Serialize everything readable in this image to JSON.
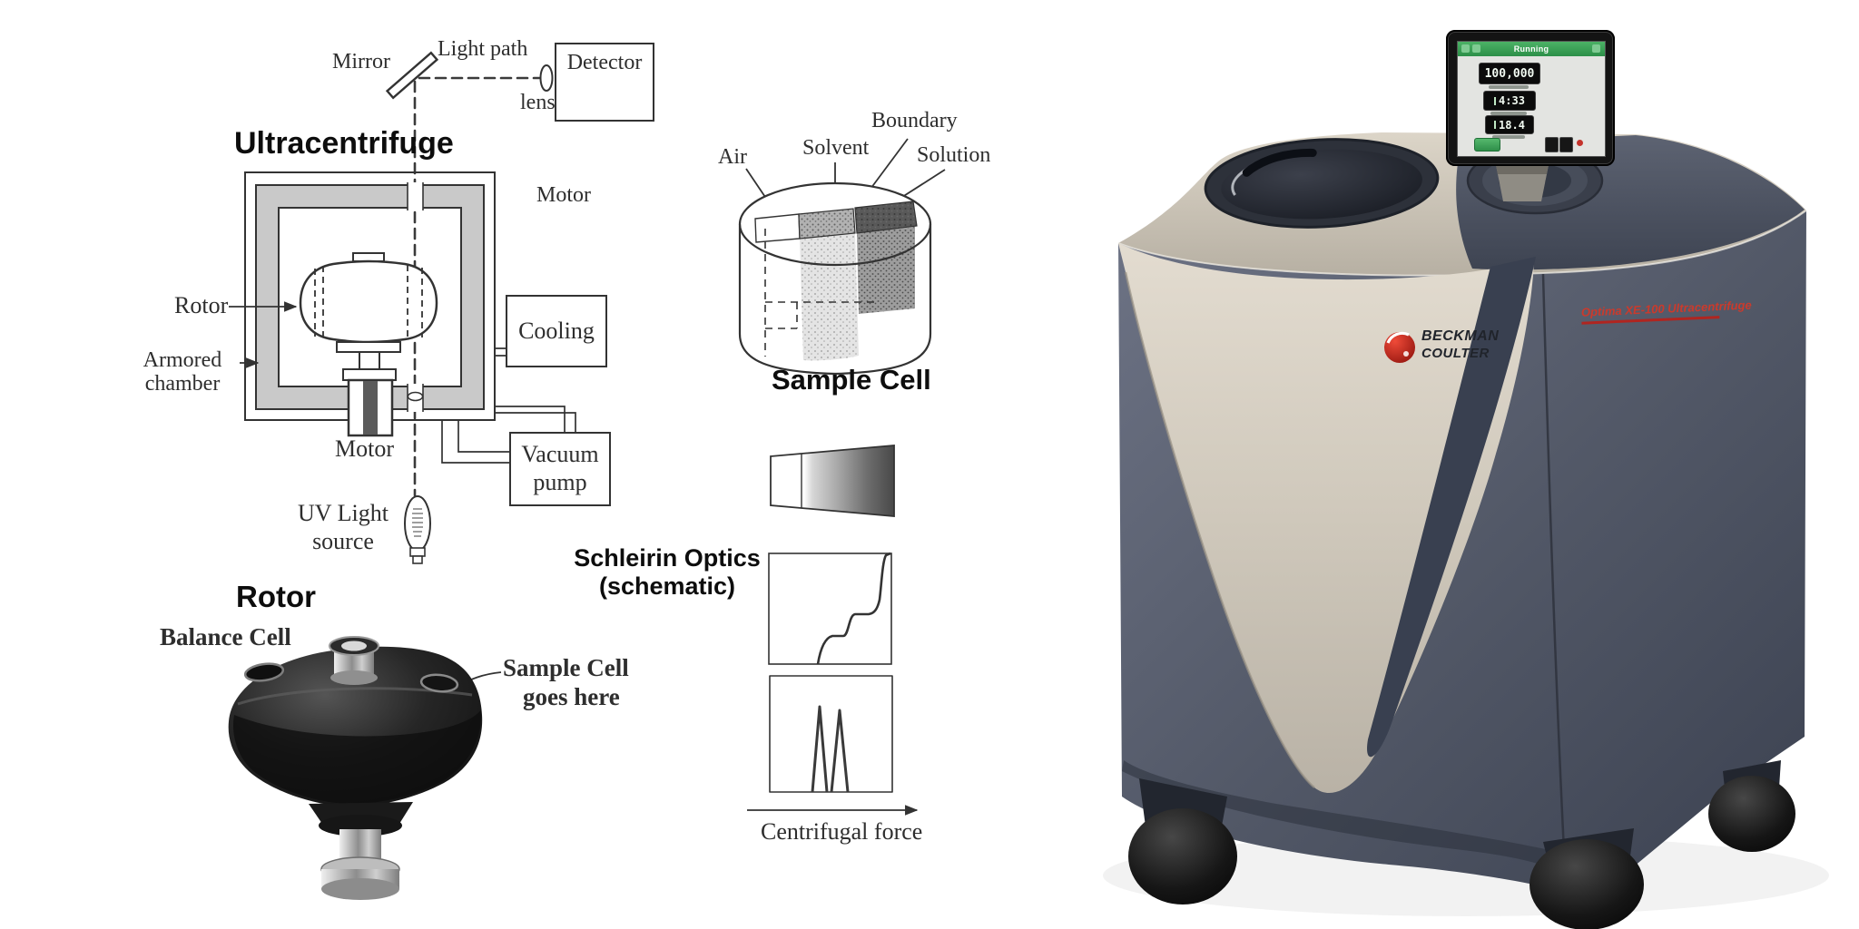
{
  "schematic": {
    "title": "Ultracentrifuge",
    "mirror": "Mirror",
    "light_path": "Light path",
    "lens": "lens",
    "detector": "Detector",
    "motor_top": "Motor",
    "rotor": "Rotor",
    "armored_line1": "Armored",
    "armored_line2": "chamber",
    "cooling": "Cooling",
    "motor_bottom": "Motor",
    "vacuum_line1": "Vacuum",
    "vacuum_line2": "pump",
    "uv_line1": "UV Light",
    "uv_line2": "source"
  },
  "sample_cell": {
    "title": "Sample Cell",
    "air": "Air",
    "solvent": "Solvent",
    "boundary": "Boundary",
    "solution": "Solution"
  },
  "schlieren": {
    "title_line1": "Schleirin Optics",
    "title_line2": "(schematic)",
    "axis_label": "Centrifugal force"
  },
  "rotor_photo": {
    "title": "Rotor",
    "balance_cell": "Balance Cell",
    "sample_line1": "Sample Cell",
    "sample_line2": "goes here"
  },
  "machine": {
    "display": {
      "status": "Running",
      "speed": "100,000",
      "run_time": "4:33",
      "temperature": "18.4"
    },
    "brand_line1": "BECKMAN",
    "brand_line2": "COULTER",
    "model_badge": "Optima XE-100 Ultracentrifuge",
    "colors": {
      "status_green": "#2f9a4e",
      "badge_red": "#b5342c",
      "body_slate": "#4d5365",
      "body_beige": "#cbc4b7"
    }
  }
}
